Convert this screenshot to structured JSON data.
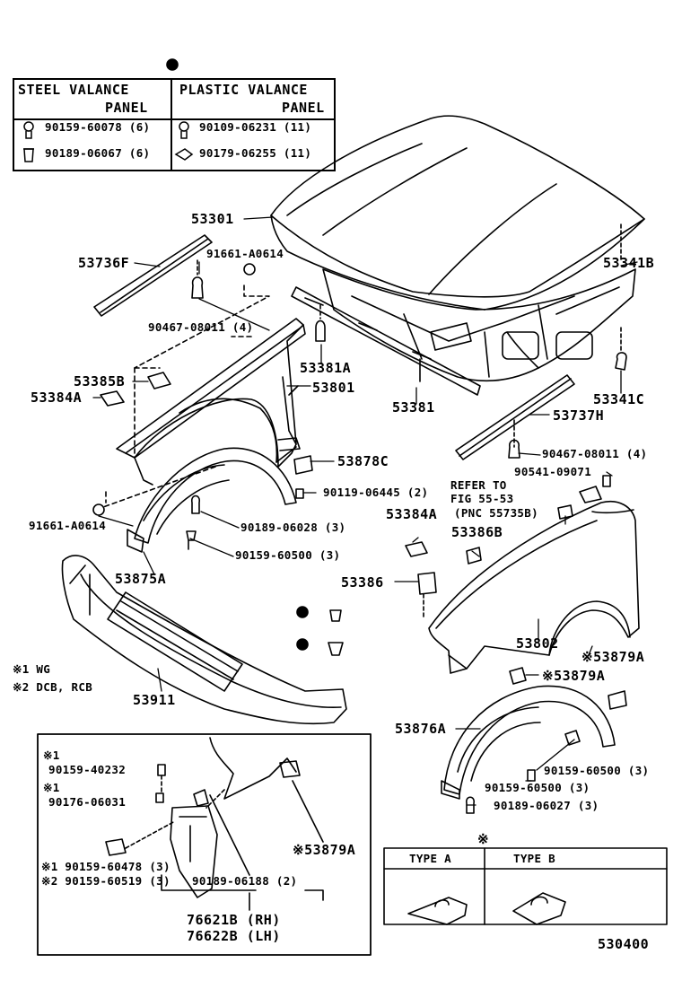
{
  "figure_number": "530400",
  "fastener_table": {
    "steel_header_1": "STEEL VALANCE",
    "steel_header_2": "PANEL",
    "plastic_header_1": "PLASTIC VALANCE",
    "plastic_header_2": "PANEL",
    "rows": [
      {
        "steel": "90159-60078 (6)",
        "plastic": "90109-06231 (11)"
      },
      {
        "steel": "90189-06067 (6)",
        "plastic": "90179-06255 (11)"
      }
    ]
  },
  "notes": {
    "n1": "※1 WG",
    "n2": "※2 DCB, RCB"
  },
  "refer": {
    "line1": "REFER TO",
    "line2": "FIG 55-53",
    "line3": "(PNC 55735B)"
  },
  "parts": {
    "p53301": "53301",
    "p53736F": "53736F",
    "p91661_top": "91661-A0614",
    "p90467_top": "90467-08011 (4)",
    "p53341B": "53341B",
    "p53385B": "53385B",
    "p53384A_left": "53384A",
    "p53381A": "53381A",
    "p53801": "53801",
    "p53381": "53381",
    "p53341C": "53341C",
    "p53737H": "53737H",
    "p90467_right": "90467-08011 (4)",
    "p90541": "90541-09071",
    "p53878C": "53878C",
    "p90119": "90119-06445 (2)",
    "p53384A_right": "53384A",
    "p91661_left": "91661-A0614",
    "p90189_06028": "90189-06028 (3)",
    "p53386B": "53386B",
    "p90159_60500_left": "90159-60500 (3)",
    "p53875A": "53875A",
    "p53386": "53386",
    "p53802": "53802",
    "p53879A_1": "※53879A",
    "p53879A_2": "※53879A",
    "p53911": "53911",
    "p53876A": "53876A",
    "p90159_60500_r1": "90159-60500 (3)",
    "p90159_60500_r2": "90159-60500 (3)",
    "p90189_06027": "90189-06027 (3)"
  },
  "mudguard_box": {
    "mark1a": "※1",
    "p90159_40232": "90159-40232",
    "mark1b": "※1",
    "p90176_06031": "90176-06031",
    "p53879A": "※53879A",
    "p90159_60478": "※1 90159-60478 (3)",
    "p90159_60519": "※2 90159-60519 (3)",
    "p90189_06188": "90189-06188 (2)",
    "p76621B": "76621B (RH)",
    "p76622B": "76622B (LH)"
  },
  "type_box": {
    "mark": "※",
    "type_a": "TYPE A",
    "type_b": "TYPE B"
  }
}
